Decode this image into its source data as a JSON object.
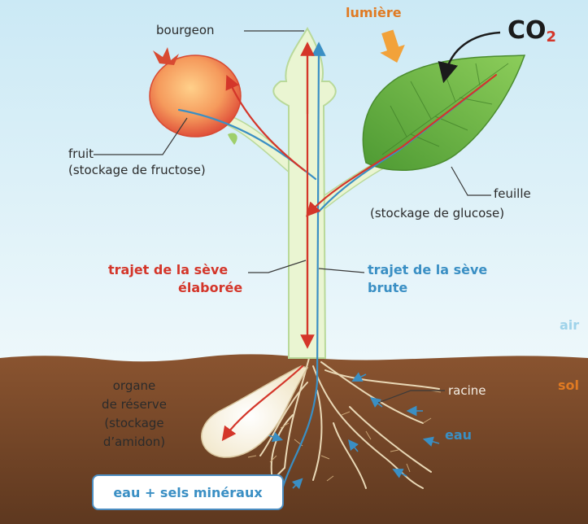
{
  "labels": {
    "bourgeon": "bourgeon",
    "lumiere": "lumière",
    "co2_c": "C",
    "co2_o": "O",
    "co2_sub": "2",
    "fruit_1": "fruit",
    "fruit_2": "(stockage de fructose)",
    "feuille_1": "feuille",
    "feuille_2": "(stockage de glucose)",
    "seve_elaboree_1": "trajet de la sève",
    "seve_elaboree_2": "élaborée",
    "seve_brute_1": "trajet de la sève",
    "seve_brute_2": "brute",
    "air": "air",
    "sol": "sol",
    "organe_1": "organe",
    "organe_2": "de réserve",
    "organe_3": "(stockage",
    "organe_4": "d’amidon)",
    "racine": "racine",
    "eau": "eau",
    "eau_sels": "eau + sels minéraux"
  },
  "colors": {
    "sky": "#d7eef7",
    "soil": "#7a4a2a",
    "stem": "#eaf5d2",
    "leaf": "#6fb24a",
    "fruit": "#f39a66",
    "seve_elaboree": "#d4362a",
    "seve_brute": "#3a8fc4"
  }
}
